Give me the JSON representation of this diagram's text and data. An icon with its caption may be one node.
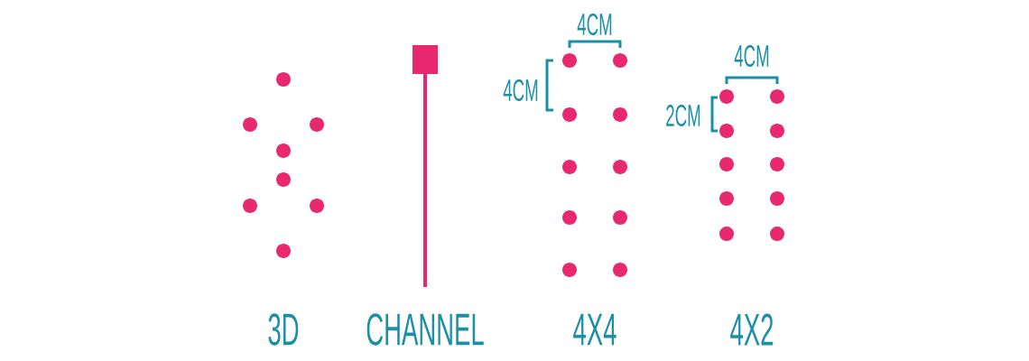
{
  "diagram": {
    "labels": [
      "4CM",
      "4CM",
      "4CM",
      "2CM",
      "3D",
      "CHANNEL",
      "4X4",
      "4X2"
    ]
  }
}
